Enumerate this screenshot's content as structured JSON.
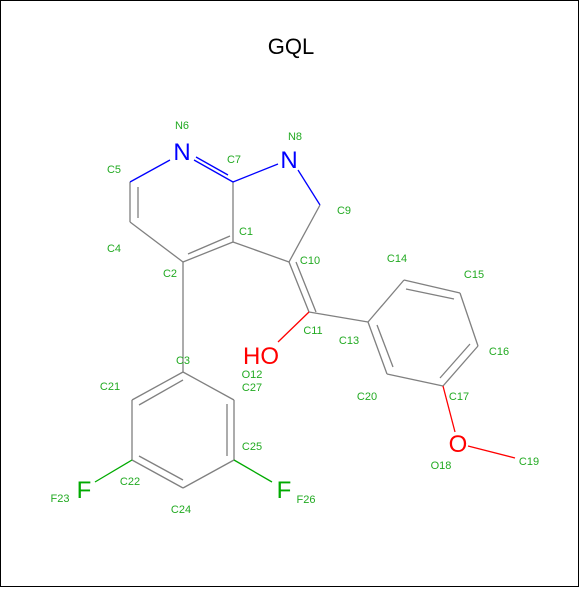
{
  "title": "GQL",
  "colors": {
    "bond": "#808080",
    "nitrogen": "#0000ff",
    "oxygen": "#ff0000",
    "fluorine": "#00aa00",
    "atom_label": "#22aa22"
  },
  "heteroatoms": {
    "n6": "N",
    "n8": "N",
    "o12": "HO",
    "o18": "O",
    "f23": "F",
    "f26": "F"
  },
  "labels": {
    "c1": "C1",
    "c2": "C2",
    "c3": "C3",
    "c4": "C4",
    "c5": "C5",
    "n6": "N6",
    "c7": "C7",
    "n8": "N8",
    "c9": "C9",
    "c10": "C10",
    "c11": "C11",
    "o12": "O12",
    "c13": "C13",
    "c14": "C14",
    "c15": "C15",
    "c16": "C16",
    "c17": "C17",
    "o18": "O18",
    "c19": "C19",
    "c20": "C20",
    "c21": "C21",
    "c22": "C22",
    "f23": "F23",
    "c24": "C24",
    "c25": "C25",
    "f26": "F26",
    "c27": "C27"
  }
}
